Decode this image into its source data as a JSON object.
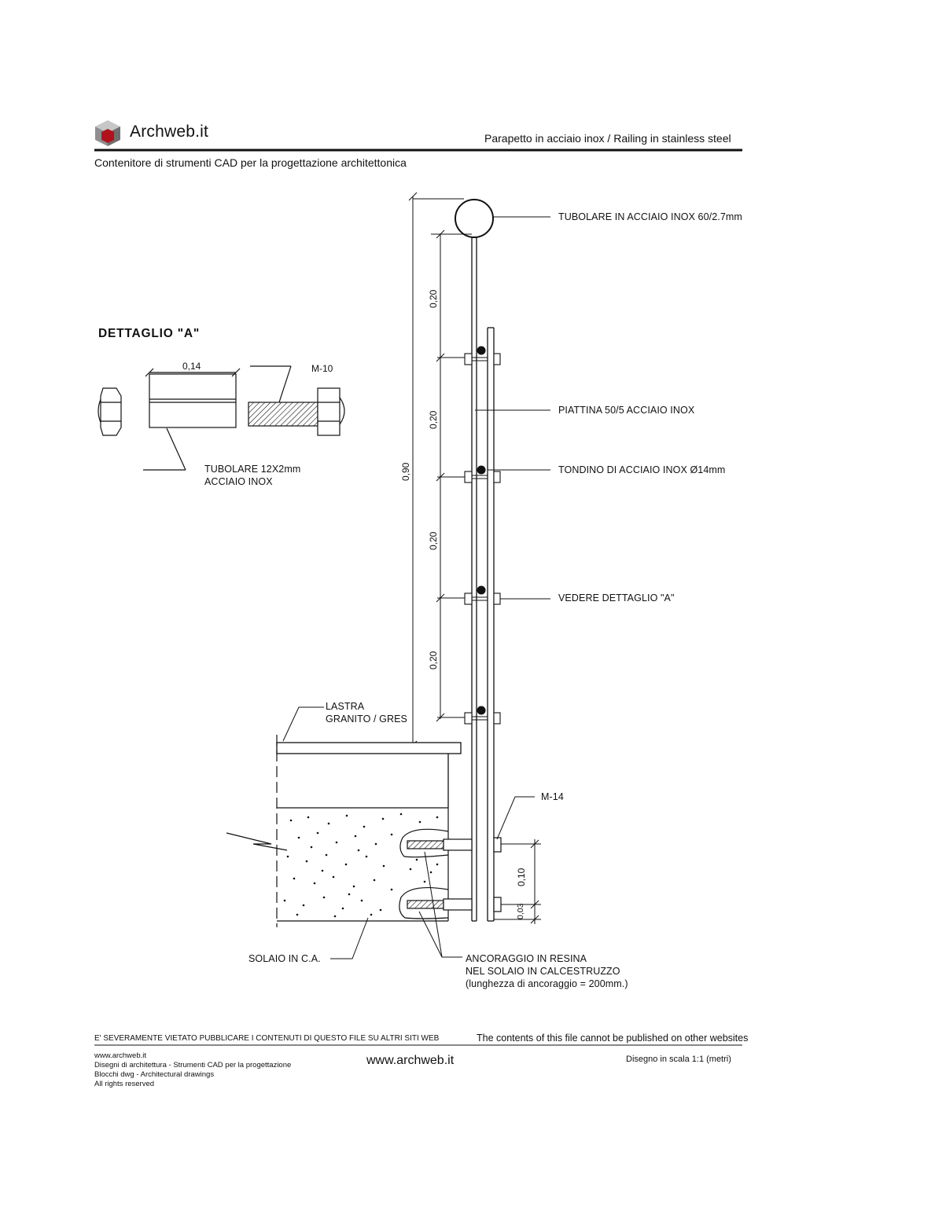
{
  "header": {
    "brand": "Archweb.it",
    "title": "Parapetto in acciaio inox  /  Railing in stainless steel",
    "subtitle": "Contenitore di strumenti CAD per la progettazione architettonica"
  },
  "detail": {
    "title": "DETTAGLIO  \"A\"",
    "dim_tube": "0,14",
    "bolt_label": "M-10",
    "tube_label_1": "TUBOLARE 12X2mm",
    "tube_label_2": "ACCIAIO INOX"
  },
  "section": {
    "handrail_label": "TUBOLARE IN ACCIAIO INOX  60/2.7mm",
    "flat_bar_label": "PIATTINA 50/5 ACCIAIO INOX",
    "rod_label": "TONDINO DI ACCIAIO INOX Ø14mm",
    "detail_ref_label": "VEDERE DETTAGLIO \"A\"",
    "slab_label_1": "LASTRA",
    "slab_label_2": "GRANITO / GRES",
    "anchor_bolt_label": "M-14",
    "floor_label": "SOLAIO IN C.A.",
    "anchor_label_1": "ANCORAGGIO IN RESINA",
    "anchor_label_2": "NEL SOLAIO IN CALCESTRUZZO",
    "anchor_label_3": "(lunghezza di ancoraggio = 200mm.)",
    "dim_total": "0,90",
    "dim_spacings": [
      "0,20",
      "0,20",
      "0,20",
      "0,20"
    ],
    "dim_anchor_spacing": "0,10",
    "dim_anchor_edge": "0,03"
  },
  "footer": {
    "notice_it": "E' SEVERAMENTE VIETATO PUBBLICARE I CONTENUTI DI QUESTO FILE SU ALTRI SITI WEB",
    "notice_en": "The contents of this file cannot be published on other websites",
    "credits": [
      "www.archweb.it",
      "Disegni di architettura - Strumenti CAD  per la progettazione",
      "Blocchi dwg - Architectural drawings",
      "All rights reserved"
    ],
    "site": "www.archweb.it",
    "scale": "Disegno in scala 1:1 (metri)"
  },
  "colors": {
    "ink": "#111111",
    "logo_gray": "#8a8a8a",
    "logo_red": "#b0121b"
  }
}
